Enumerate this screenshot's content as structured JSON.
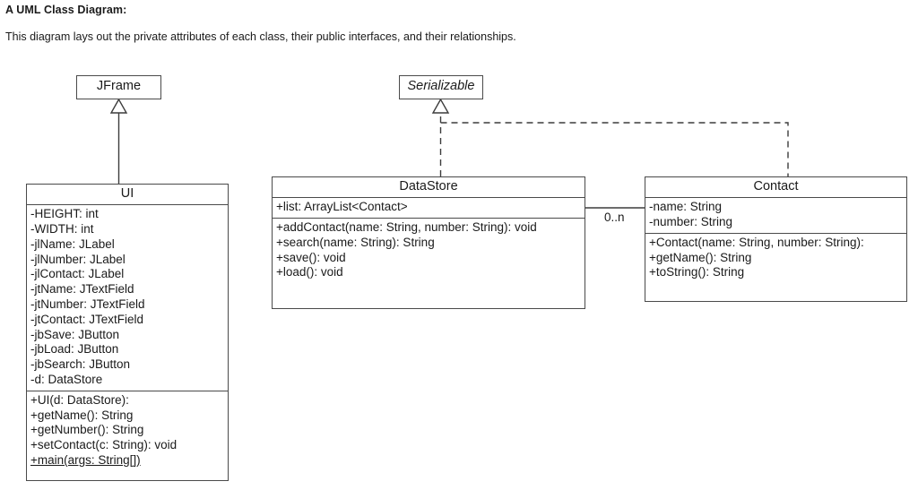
{
  "document": {
    "title": "A UML Class Diagram:",
    "subtitle": "This diagram lays out the private attributes of each class, their public interfaces, and their relationships."
  },
  "diagram": {
    "type": "uml-class-diagram",
    "classes": [
      {
        "id": "jframe",
        "name": "JFrame",
        "stereotype": "class",
        "italic": false,
        "attributes": [],
        "methods": []
      },
      {
        "id": "serializable",
        "name": "Serializable",
        "stereotype": "interface",
        "italic": true,
        "attributes": [],
        "methods": []
      },
      {
        "id": "ui",
        "name": "UI",
        "stereotype": "class",
        "italic": false,
        "attributes": [
          "-HEIGHT: int",
          "-WIDTH: int",
          "-jlName: JLabel",
          "-jlNumber: JLabel",
          "-jlContact: JLabel",
          "-jtName: JTextField",
          "-jtNumber: JTextField",
          "-jtContact: JTextField",
          "-jbSave: JButton",
          "-jbLoad: JButton",
          "-jbSearch: JButton",
          "-d: DataStore"
        ],
        "methods": [
          {
            "text": "+UI(d: DataStore):",
            "static": false
          },
          {
            "text": "+getName(): String",
            "static": false
          },
          {
            "text": "+getNumber(): String",
            "static": false
          },
          {
            "text": "+setContact(c: String): void",
            "static": false
          },
          {
            "text": "+main(args: String[])",
            "static": true
          }
        ]
      },
      {
        "id": "datastore",
        "name": "DataStore",
        "stereotype": "class",
        "italic": false,
        "attributes": [
          "+list: ArrayList<Contact>"
        ],
        "methods": [
          {
            "text": "+addContact(name: String, number: String): void",
            "static": false
          },
          {
            "text": "+search(name: String): String",
            "static": false
          },
          {
            "text": "+save(): void",
            "static": false
          },
          {
            "text": "+load(): void",
            "static": false
          }
        ]
      },
      {
        "id": "contact",
        "name": "Contact",
        "stereotype": "class",
        "italic": false,
        "attributes": [
          "-name: String",
          "-number: String"
        ],
        "methods": [
          {
            "text": "+Contact(name: String, number: String):",
            "static": false
          },
          {
            "text": "+getName(): String",
            "static": false
          },
          {
            "text": "+toString(): String",
            "static": false
          }
        ]
      }
    ],
    "relationships": [
      {
        "id": "ui-extends-jframe",
        "kind": "generalization",
        "line": "solid",
        "arrow": "hollow-triangle",
        "from": "ui",
        "to": "jframe",
        "label": ""
      },
      {
        "id": "datastore-implements-serializable",
        "kind": "realization",
        "line": "dashed",
        "arrow": "hollow-triangle",
        "from": "datastore",
        "to": "serializable",
        "label": ""
      },
      {
        "id": "contact-implements-serializable",
        "kind": "realization",
        "line": "dashed",
        "arrow": "hollow-triangle",
        "from": "contact",
        "to": "serializable",
        "label": ""
      },
      {
        "id": "datastore-association-contact",
        "kind": "association",
        "line": "solid",
        "arrow": "none",
        "from": "datastore",
        "to": "contact",
        "label": "0..n"
      }
    ],
    "colors": {
      "stroke": "#4a4a4a",
      "edge": "#3c3c3c",
      "text": "#1a1a1a",
      "background": "#ffffff"
    }
  }
}
